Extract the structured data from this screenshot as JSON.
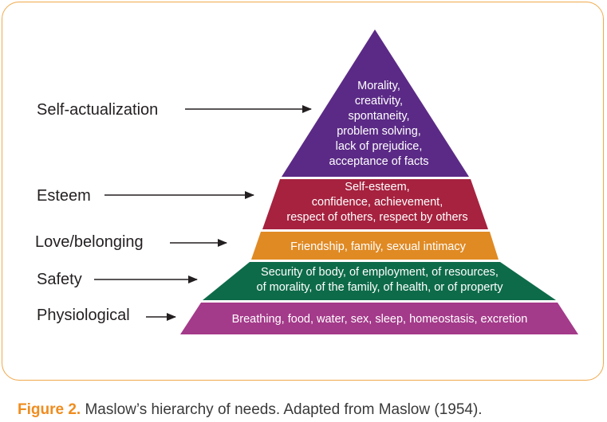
{
  "pyramid": {
    "levels": [
      {
        "key": "self_actualization",
        "name": "Self-actualization",
        "lines": [
          "Morality,",
          "creativity,",
          "spontaneity,",
          "problem solving,",
          "lack of prejudice,",
          "acceptance of facts"
        ],
        "color": "#5b2a86"
      },
      {
        "key": "esteem",
        "name": "Esteem",
        "lines": [
          "Self-esteem,",
          "confidence, achievement,",
          "respect of others, respect by others"
        ],
        "color": "#a6223f"
      },
      {
        "key": "love_belonging",
        "name": "Love/belonging",
        "lines": [
          "Friendship, family, sexual intimacy"
        ],
        "color": "#e08a24"
      },
      {
        "key": "safety",
        "name": "Safety",
        "lines": [
          "Security of body, of employment, of resources,",
          "of morality, of the family, of health, or of property"
        ],
        "color": "#0e6b4a"
      },
      {
        "key": "physiological",
        "name": "Physiological",
        "lines": [
          "Breathing, food, water, sex, sleep, homeostasis, excretion"
        ],
        "color": "#a43a8a"
      }
    ]
  },
  "caption": {
    "label": "Figure 2.",
    "text": " Maslow’s hierarchy of needs. Adapted from Maslow (1954)."
  },
  "colors": {
    "frame_border": "#f0a84a",
    "caption_label": "#f08c1e",
    "arrow": "#231f20"
  }
}
